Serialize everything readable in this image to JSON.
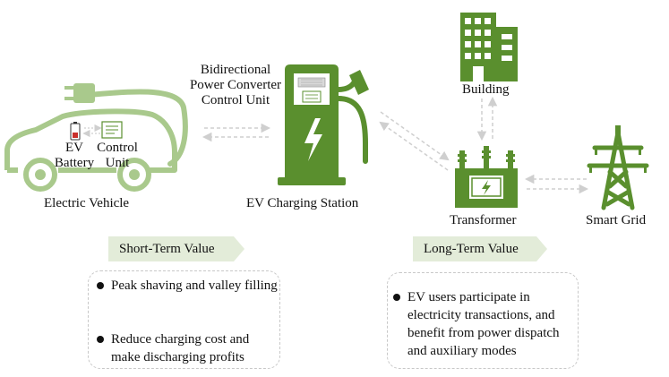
{
  "labels": {
    "bidirectional": [
      "Bidirectional",
      "Power Converter",
      "Control Unit"
    ],
    "ev_battery": [
      "EV",
      "Battery"
    ],
    "control_unit": [
      "Control",
      "Unit"
    ],
    "electric_vehicle": "Electric Vehicle",
    "charging_station": "EV Charging Station",
    "building": "Building",
    "transformer": "Transformer",
    "smart_grid": "Smart Grid"
  },
  "short_term": {
    "title": "Short-Term Value",
    "items": [
      "Peak shaving and valley filling",
      "Reduce charging cost and make discharging profits"
    ]
  },
  "long_term": {
    "title": "Long-Term Value",
    "items": [
      "EV users participate in electricity transactions, and benefit from power dispatch and auxiliary modes"
    ]
  },
  "colors": {
    "primary_green": "#5a8f2e",
    "light_green": "#a9c98c",
    "tag_bg": "#e3ecd9",
    "arrow_gray": "#cfcfcf"
  }
}
